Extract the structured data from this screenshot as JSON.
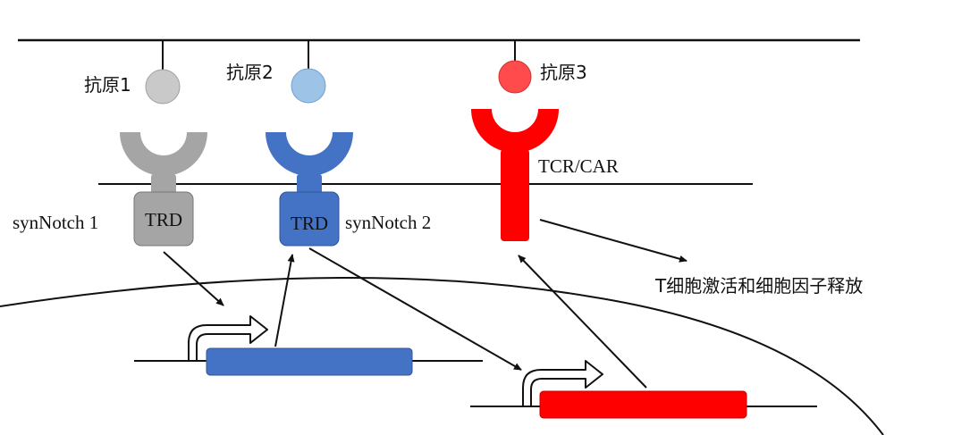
{
  "antigens": {
    "a1": {
      "label": "抗原1",
      "color": "#c9c9c9"
    },
    "a2": {
      "label": "抗原2",
      "color": "#9dc3e6"
    },
    "a3": {
      "label": "抗原3",
      "color": "#ff4b4b"
    }
  },
  "receptors": {
    "synnotch1": {
      "label": "synNotch 1",
      "domain_label": "TRD",
      "color": "#a5a5a5"
    },
    "synnotch2": {
      "label": "synNotch 2",
      "domain_label": "TRD",
      "color": "#4472c4"
    },
    "tcr": {
      "label": "TCR/CAR",
      "color": "#ff0000"
    }
  },
  "outcome": {
    "label": "T细胞激活和细胞因子释放"
  },
  "genes": {
    "gene1": {
      "color": "#4472c4"
    },
    "gene2": {
      "color": "#ff0000"
    }
  }
}
